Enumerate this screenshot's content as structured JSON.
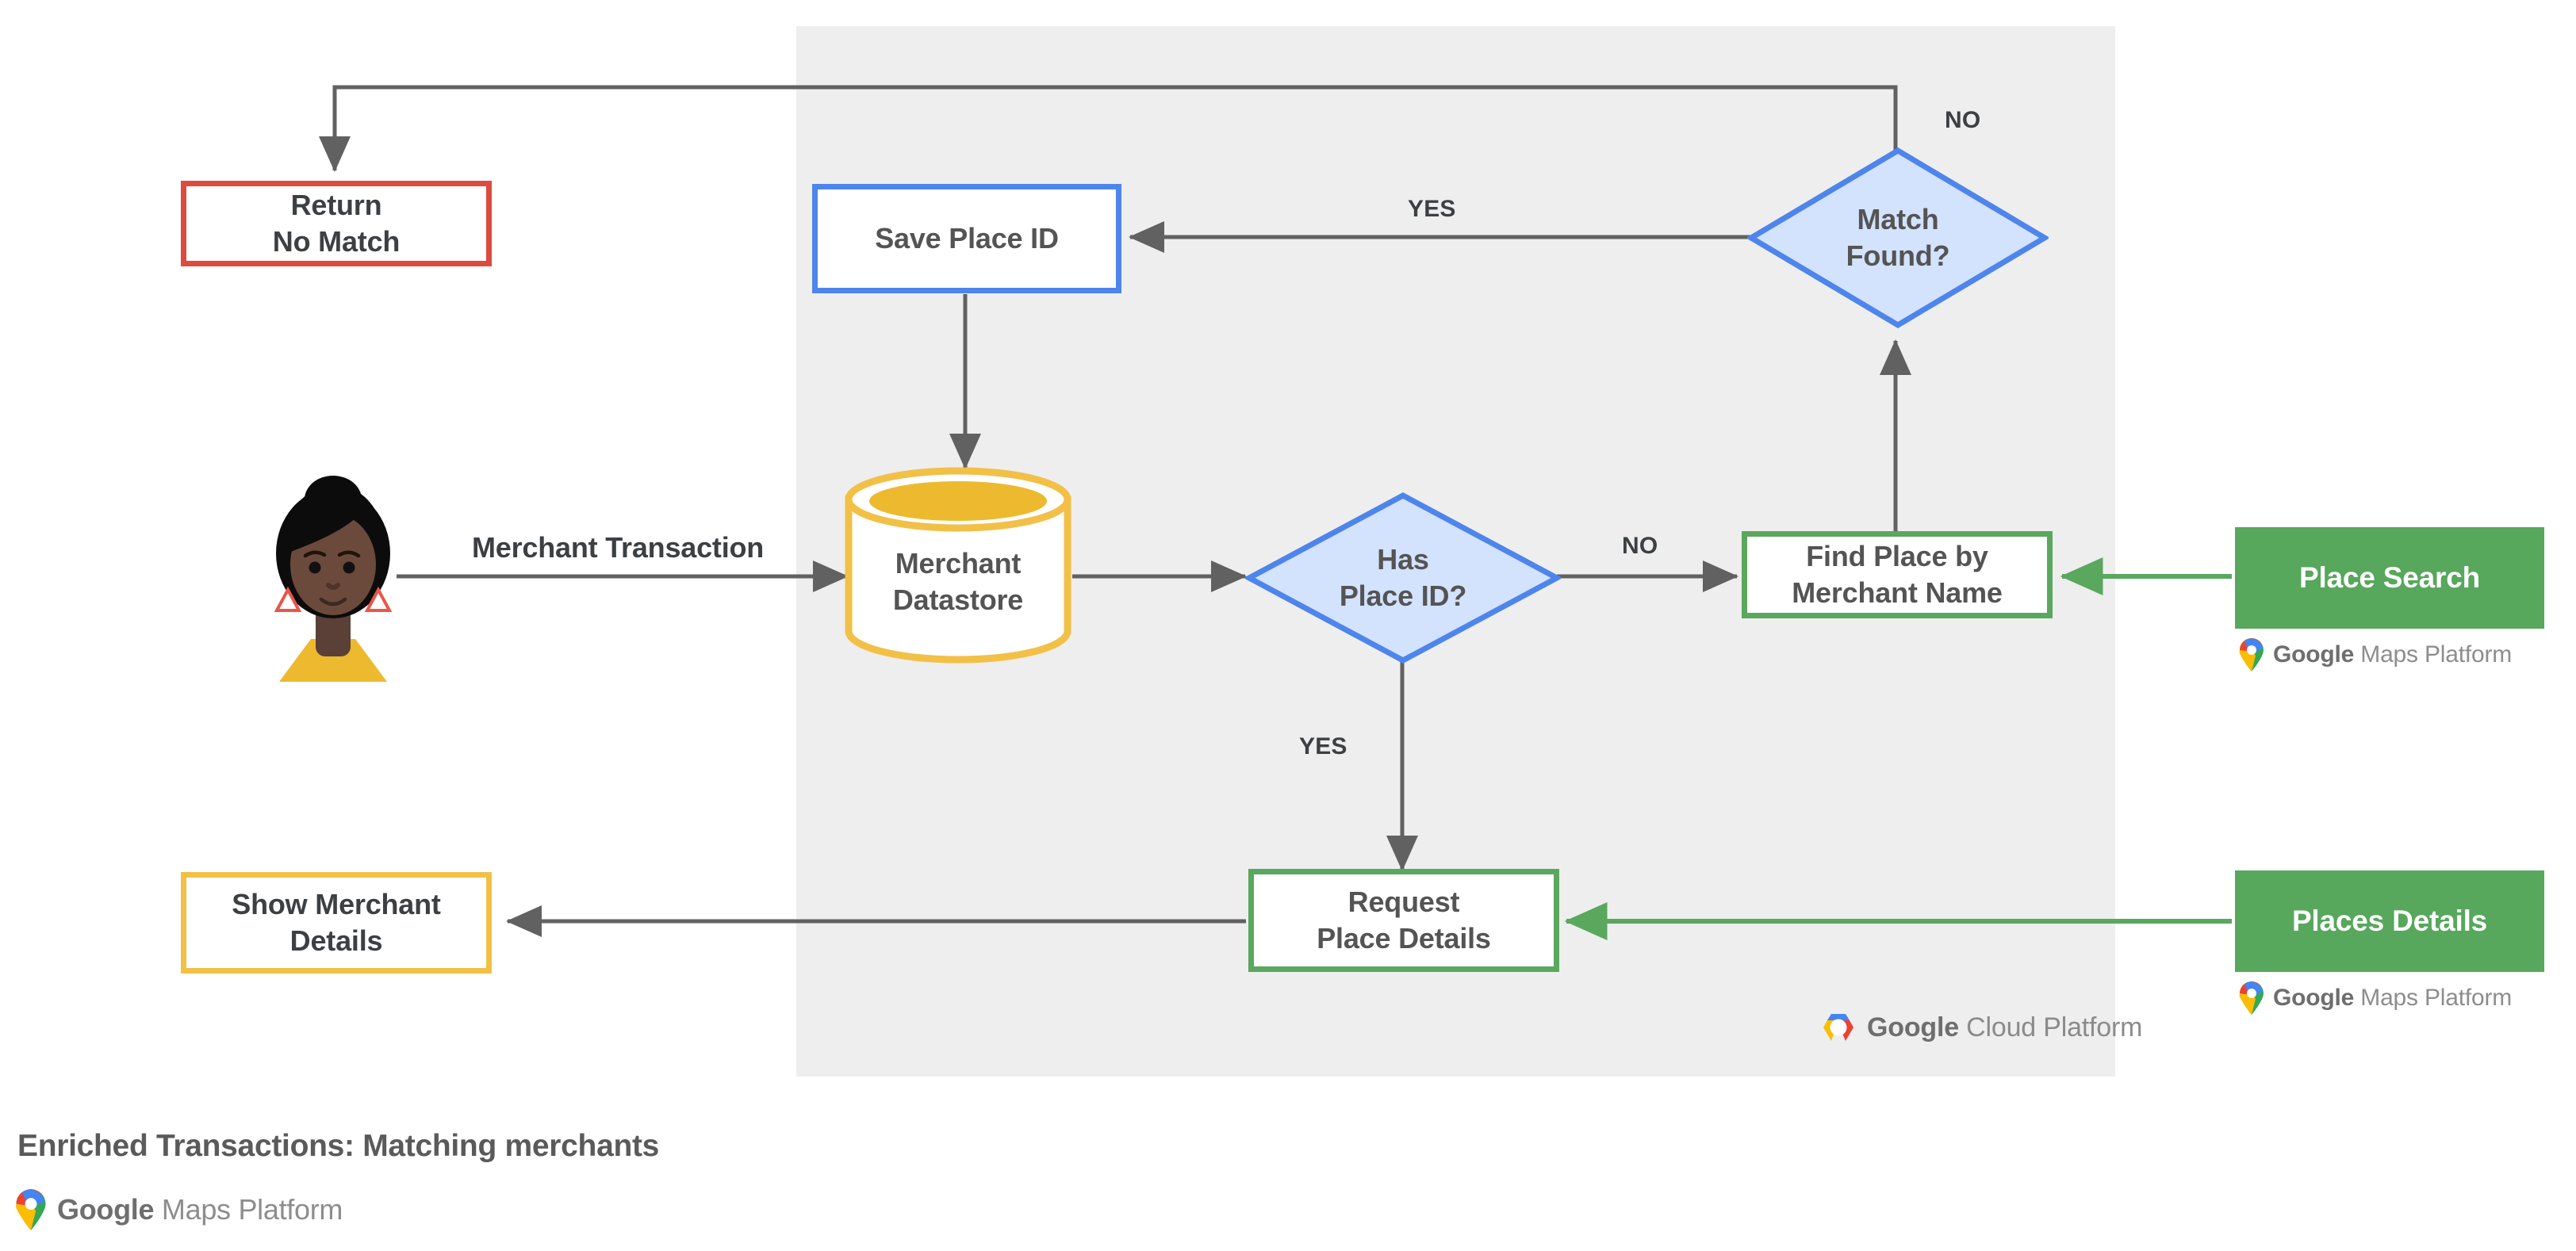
{
  "diagram": {
    "caption": "Enriched Transactions: Matching merchants",
    "panel_label": "google-cloud-platform-boundary",
    "colors": {
      "panel_bg": "#eeeeee",
      "red": "#dd4b3e",
      "blue": "#4e85ec",
      "blue_fill": "#d3e2fd",
      "green": "#5aa75e",
      "green_solid": "#57a75c",
      "yellow": "#f2c046",
      "edge": "#616161",
      "text": "#545454"
    }
  },
  "nodes": {
    "return_no_match": {
      "label": "Return\nNo Match",
      "shape": "process",
      "color": "red"
    },
    "save_place_id": {
      "label": "Save Place ID",
      "shape": "process",
      "color": "blue"
    },
    "match_found": {
      "label": "Match\nFound?",
      "shape": "decision",
      "color": "blue"
    },
    "merchant_datastore": {
      "label": "Merchant\nDatastore",
      "shape": "datastore",
      "color": "yellow"
    },
    "has_place_id": {
      "label": "Has\nPlace ID?",
      "shape": "decision",
      "color": "blue"
    },
    "find_place": {
      "label": "Find Place by\nMerchant Name",
      "shape": "process",
      "color": "green"
    },
    "request_place_details": {
      "label": "Request\nPlace Details",
      "shape": "process",
      "color": "green"
    },
    "show_merchant_details": {
      "label": "Show Merchant\nDetails",
      "shape": "process",
      "color": "yellow"
    }
  },
  "api_chips": [
    {
      "id": "place-search",
      "label": "Place Search",
      "logo": "Google Maps Platform"
    },
    {
      "id": "places-details",
      "label": "Places Details",
      "logo": "Google Maps Platform"
    }
  ],
  "edge_labels": {
    "merchant_transaction": "Merchant Transaction",
    "has_place_id_no": "NO",
    "has_place_id_yes": "YES",
    "match_found_yes": "YES",
    "match_found_no": "NO"
  },
  "logos": {
    "gmp_brand": "Google",
    "gmp_suffix": "Maps Platform",
    "gcp_brand": "Google",
    "gcp_suffix": "Cloud Platform"
  }
}
